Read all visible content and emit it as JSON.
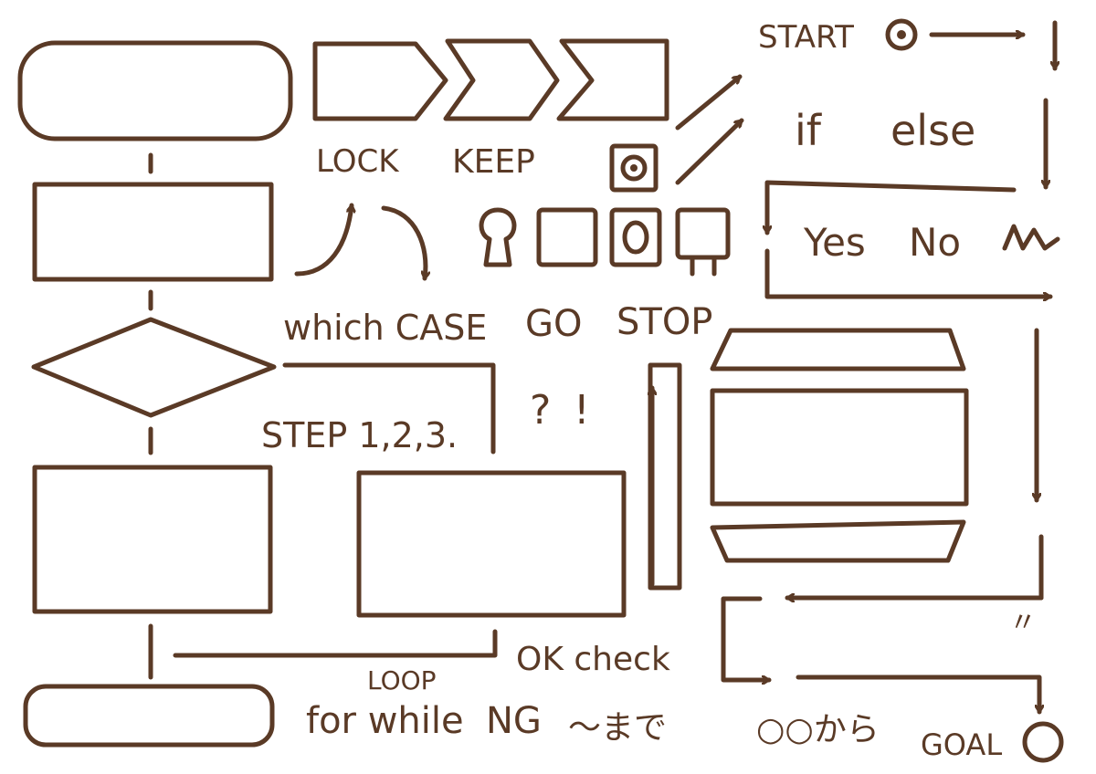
{
  "colors": {
    "ink": "#5a3a26",
    "paper": "#ffffff"
  },
  "labels": {
    "start": "START",
    "lock": "LOCK",
    "keep": "KEEP",
    "if": "if",
    "else": "else",
    "yes": "Yes",
    "no": "No",
    "which_case": "which CASE",
    "go": "GO",
    "stop": "STOP",
    "step": "STEP 1,2,3.",
    "question": "?",
    "exclaim": "!",
    "repeat_mark": "〃",
    "ok_check": "OK check",
    "loop": "LOOP",
    "for_while": "for while",
    "ng": "NG",
    "made": "〜まで",
    "kara": "○○から",
    "goal": "GOAL"
  },
  "icons": [
    "start-circle-icon",
    "keyhole-icon",
    "lock-box-icon",
    "keep-box-icon",
    "stop-plug-icon",
    "goal-circle-icon",
    "zigzag-icon"
  ]
}
